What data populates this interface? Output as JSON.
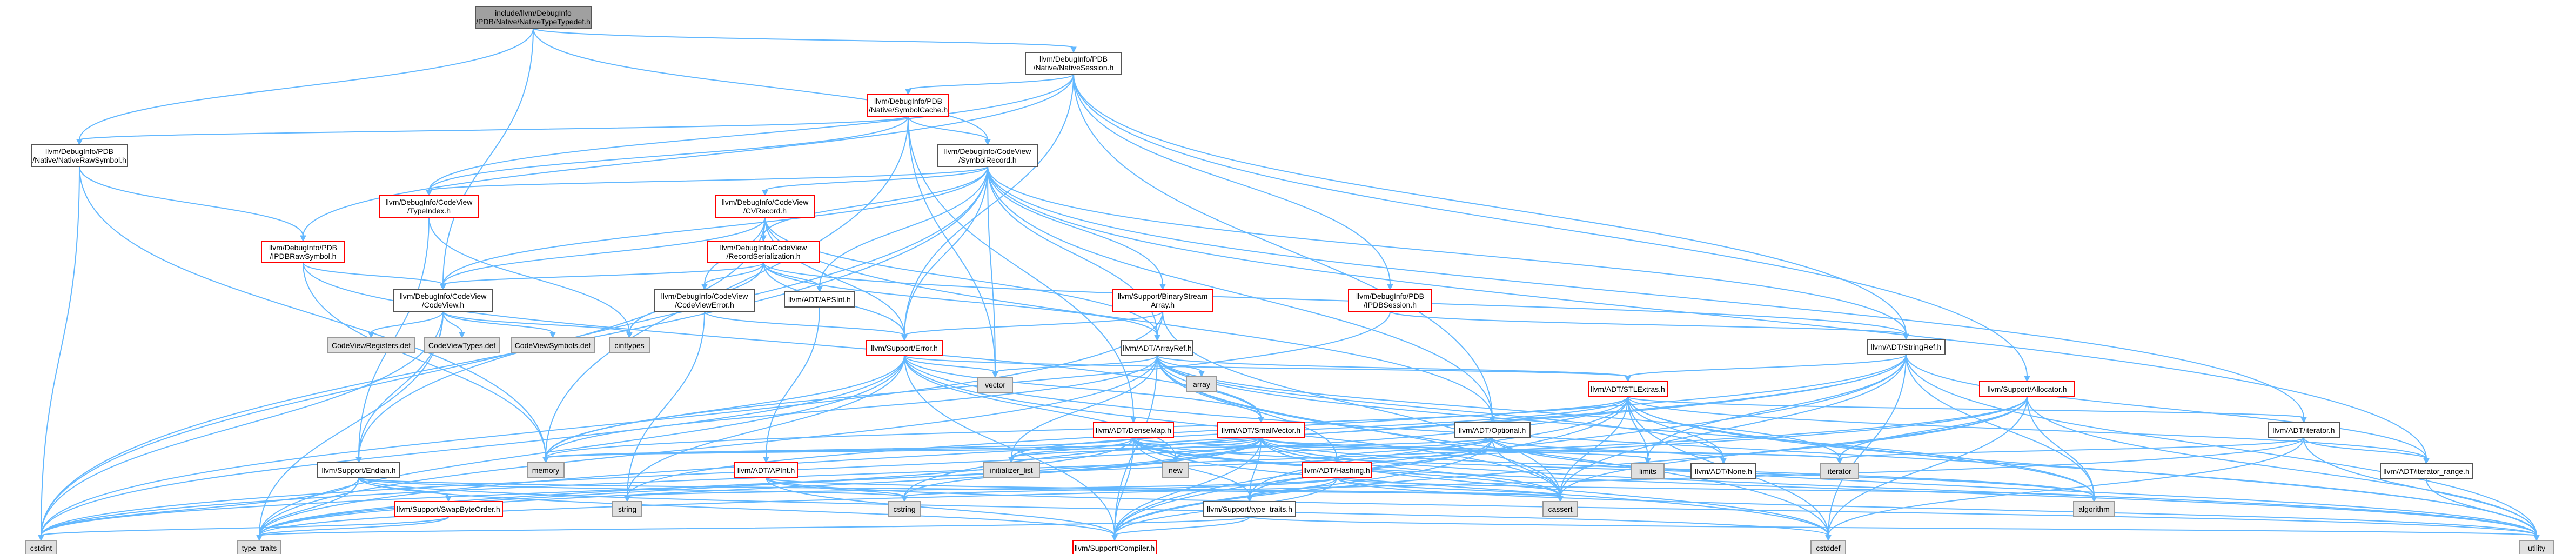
{
  "diagram": {
    "colors": {
      "root_fill": "#a0a0a0",
      "root_stroke": "#555555",
      "node_fill": "#ffffff",
      "node_stroke": "#555555",
      "red_stroke": "#ff0000",
      "gray_fill": "#e0e0e0",
      "gray_stroke": "#999999",
      "edge": "#63b8ff"
    },
    "nodes": [
      {
        "id": "root",
        "lines": [
          "include/llvm/DebugInfo",
          "/PDB/Native/NativeTypeTypedef.h"
        ],
        "kind": "root"
      },
      {
        "id": "nativesession",
        "lines": [
          "llvm/DebugInfo/PDB",
          "/Native/NativeSession.h"
        ],
        "kind": "normal"
      },
      {
        "id": "symbolcache",
        "lines": [
          "llvm/DebugInfo/PDB",
          "/Native/SymbolCache.h"
        ],
        "kind": "red"
      },
      {
        "id": "nativerawsymbol",
        "lines": [
          "llvm/DebugInfo/PDB",
          "/Native/NativeRawSymbol.h"
        ],
        "kind": "normal"
      },
      {
        "id": "symbolrecord",
        "lines": [
          "llvm/DebugInfo/CodeView",
          "/SymbolRecord.h"
        ],
        "kind": "normal"
      },
      {
        "id": "typeindex",
        "lines": [
          "llvm/DebugInfo/CodeView",
          "/TypeIndex.h"
        ],
        "kind": "red"
      },
      {
        "id": "cvrecord",
        "lines": [
          "llvm/DebugInfo/CodeView",
          "/CVRecord.h"
        ],
        "kind": "red"
      },
      {
        "id": "ipdbrawsymbol",
        "lines": [
          "llvm/DebugInfo/PDB",
          "/IPDBRawSymbol.h"
        ],
        "kind": "red"
      },
      {
        "id": "recordser",
        "lines": [
          "llvm/DebugInfo/CodeView",
          "/RecordSerialization.h"
        ],
        "kind": "red"
      },
      {
        "id": "codeview",
        "lines": [
          "llvm/DebugInfo/CodeView",
          "/CodeView.h"
        ],
        "kind": "normal"
      },
      {
        "id": "codeviewerror",
        "lines": [
          "llvm/DebugInfo/CodeView",
          "/CodeViewError.h"
        ],
        "kind": "normal"
      },
      {
        "id": "apsint",
        "lines": [
          "llvm/ADT/APSInt.h"
        ],
        "kind": "normal"
      },
      {
        "id": "binstream",
        "lines": [
          "llvm/Support/BinaryStream",
          "Array.h"
        ],
        "kind": "red"
      },
      {
        "id": "ipdbsession",
        "lines": [
          "llvm/DebugInfo/PDB",
          "/IPDBSession.h"
        ],
        "kind": "red"
      },
      {
        "id": "stringref",
        "lines": [
          "llvm/ADT/StringRef.h"
        ],
        "kind": "normal"
      },
      {
        "id": "allocator",
        "lines": [
          "llvm/Support/Allocator.h"
        ],
        "kind": "red"
      },
      {
        "id": "cvregisters",
        "lines": [
          "CodeViewRegisters.def"
        ],
        "kind": "gray"
      },
      {
        "id": "cvtypes",
        "lines": [
          "CodeViewTypes.def"
        ],
        "kind": "gray"
      },
      {
        "id": "cvsymbols",
        "lines": [
          "CodeViewSymbols.def"
        ],
        "kind": "gray"
      },
      {
        "id": "cinttypes",
        "lines": [
          "cinttypes"
        ],
        "kind": "gray"
      },
      {
        "id": "error",
        "lines": [
          "llvm/Support/Error.h"
        ],
        "kind": "red"
      },
      {
        "id": "arrayref",
        "lines": [
          "llvm/ADT/ArrayRef.h"
        ],
        "kind": "normal"
      },
      {
        "id": "array",
        "lines": [
          "array"
        ],
        "kind": "gray"
      },
      {
        "id": "vector",
        "lines": [
          "vector"
        ],
        "kind": "gray"
      },
      {
        "id": "stlextras",
        "lines": [
          "llvm/ADT/STLExtras.h"
        ],
        "kind": "red"
      },
      {
        "id": "densemap",
        "lines": [
          "llvm/ADT/DenseMap.h"
        ],
        "kind": "red"
      },
      {
        "id": "smallvector",
        "lines": [
          "llvm/ADT/SmallVector.h"
        ],
        "kind": "red"
      },
      {
        "id": "optional",
        "lines": [
          "llvm/ADT/Optional.h"
        ],
        "kind": "normal"
      },
      {
        "id": "iterator",
        "lines": [
          "llvm/ADT/iterator.h"
        ],
        "kind": "normal"
      },
      {
        "id": "apint",
        "lines": [
          "llvm/ADT/APInt.h"
        ],
        "kind": "red"
      },
      {
        "id": "hashing",
        "lines": [
          "llvm/ADT/Hashing.h"
        ],
        "kind": "red"
      },
      {
        "id": "none",
        "lines": [
          "llvm/ADT/None.h"
        ],
        "kind": "normal"
      },
      {
        "id": "limits",
        "lines": [
          "limits"
        ],
        "kind": "gray"
      },
      {
        "id": "iteratorstd",
        "lines": [
          "iterator"
        ],
        "kind": "gray"
      },
      {
        "id": "iteratorrange",
        "lines": [
          "llvm/ADT/iterator_range.h"
        ],
        "kind": "normal"
      },
      {
        "id": "endian",
        "lines": [
          "llvm/Support/Endian.h"
        ],
        "kind": "normal"
      },
      {
        "id": "memory",
        "lines": [
          "memory"
        ],
        "kind": "gray"
      },
      {
        "id": "initlist",
        "lines": [
          "initializer_list"
        ],
        "kind": "gray"
      },
      {
        "id": "new",
        "lines": [
          "new"
        ],
        "kind": "gray"
      },
      {
        "id": "swapbyteorder",
        "lines": [
          "llvm/Support/SwapByteOrder.h"
        ],
        "kind": "red"
      },
      {
        "id": "string",
        "lines": [
          "string"
        ],
        "kind": "gray"
      },
      {
        "id": "cstring",
        "lines": [
          "cstring"
        ],
        "kind": "gray"
      },
      {
        "id": "typetraitsllvm",
        "lines": [
          "llvm/Support/type_traits.h"
        ],
        "kind": "normal"
      },
      {
        "id": "cassert",
        "lines": [
          "cassert"
        ],
        "kind": "gray"
      },
      {
        "id": "algorithm",
        "lines": [
          "algorithm"
        ],
        "kind": "gray"
      },
      {
        "id": "cstdint",
        "lines": [
          "cstdint"
        ],
        "kind": "gray"
      },
      {
        "id": "typetraits",
        "lines": [
          "type_traits"
        ],
        "kind": "gray"
      },
      {
        "id": "compiler",
        "lines": [
          "llvm/Support/Compiler.h"
        ],
        "kind": "red"
      },
      {
        "id": "cstddef",
        "lines": [
          "cstddef"
        ],
        "kind": "gray"
      },
      {
        "id": "utility",
        "lines": [
          "utility"
        ],
        "kind": "gray"
      }
    ]
  }
}
